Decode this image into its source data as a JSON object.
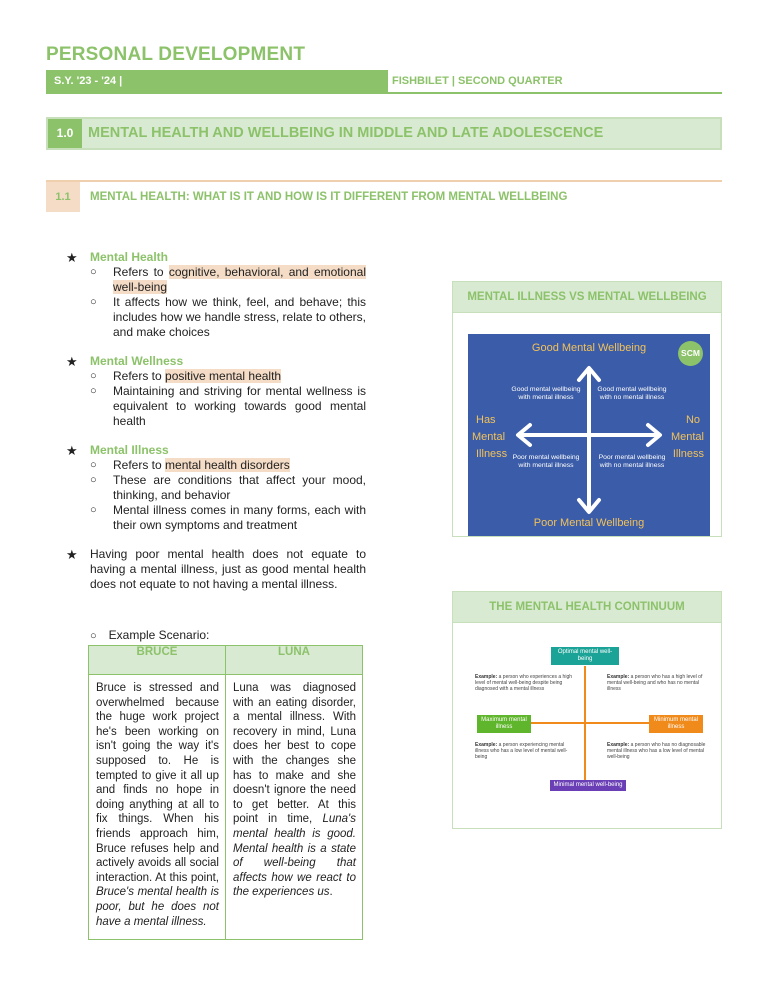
{
  "header": {
    "title": "PERSONAL DEVELOPMENT",
    "left_label": "S.Y. '23 - '24  |",
    "right_label": "FISHBILET  | SECOND QUARTER"
  },
  "section_1_0": {
    "number": "1.0",
    "title": "MENTAL HEALTH AND WELLBEING IN MIDDLE AND LATE ADOLESCENCE"
  },
  "section_1_1": {
    "number": "1.1",
    "title": "MENTAL HEALTH: WHAT IS IT AND HOW IS IT DIFFERENT FROM MENTAL WELLBEING"
  },
  "bullets": {
    "mental_health": {
      "heading": "Mental Health",
      "sub1_pre": "Refers to ",
      "sub1_hl": "cognitive, behavioral, and emotional well-being",
      "sub2": "It affects how we think, feel, and behave; this includes how we handle stress, relate to others, and make choices"
    },
    "mental_wellness": {
      "heading": "Mental Wellness",
      "sub1_pre": "Refers to ",
      "sub1_hl": "positive mental health",
      "sub2": "Maintaining and striving for mental wellness is equivalent to working towards good mental health"
    },
    "mental_illness": {
      "heading": "Mental Illness",
      "sub1_pre": "Refers to ",
      "sub1_hl": "mental health disorders",
      "sub2": "These are conditions that affect your mood, thinking, and behavior",
      "sub3": "Mental illness comes in many forms, each with their own symptoms and treatment"
    },
    "note": "Having poor mental health does not equate to having a mental illness, just as good mental health does not equate to not having a mental illness."
  },
  "example": {
    "label": "Example Scenario:",
    "col1_header": "BRUCE",
    "col2_header": "LUNA",
    "bruce_text": "Bruce is stressed and overwhelmed because the huge work project he's been working on isn't going the way it's supposed to. He is tempted to give it all up and finds no hope in doing anything at all to fix things. When his friends approach him, Bruce refuses help and actively avoids all social interaction. At this point, ",
    "bruce_em": "Bruce's mental health is poor, but he does not have a mental illness.",
    "luna_text": "Luna was diagnosed with an eating disorder, a mental illness. With recovery in mind, Luna does her best to cope with the changes she has to make and she doesn't ignore the need to get better. At this point in time, ",
    "luna_em": "Luna's mental health is good. Mental health is a state of well-being that affects how we react to the experiences us",
    "luna_end": "."
  },
  "box1": {
    "header": "MENTAL ILLNESS VS MENTAL WELLBEING",
    "top": "Good Mental Wellbeing",
    "bottom": "Poor Mental Wellbeing",
    "left_1": "Has",
    "left_2": "Mental",
    "left_3": "Illness",
    "right_1": "No",
    "right_2": "Mental",
    "right_3": "Illness",
    "q_tl": "Good mental wellbeing with mental illness",
    "q_tr": "Good mental wellbeing with no mental illness",
    "q_bl": "Poor mental wellbeing with mental illness",
    "q_br": "Poor mental wellbeing with no mental illness",
    "badge": "SCM",
    "colors": {
      "bg": "#3b5ca8",
      "gold": "#f2c25a"
    }
  },
  "box2": {
    "header": "THE MENTAL HEALTH CONTINUUM",
    "top": "Optimal mental well-being",
    "bottom": "Minimal mental well-being",
    "left": "Maximum mental illness",
    "right": "Minimum mental illness",
    "ex_label": "Example:",
    "ex_tl": " a person who experiences a high level of mental well-being despite being diagnosed with a mental illness",
    "ex_tr": " a person who has a high level of mental well-being and who has no mental illness",
    "ex_bl": " a person experiencing mental illness who has a low level of mental well-being",
    "ex_br": " a person who has no diagnosable mental illness who has a low level of mental well-being",
    "colors": {
      "top": "#1aa396",
      "left": "#5fb52b",
      "right": "#f08a1a",
      "bottom": "#6a3fb5",
      "axis": "#f08a1a"
    }
  }
}
